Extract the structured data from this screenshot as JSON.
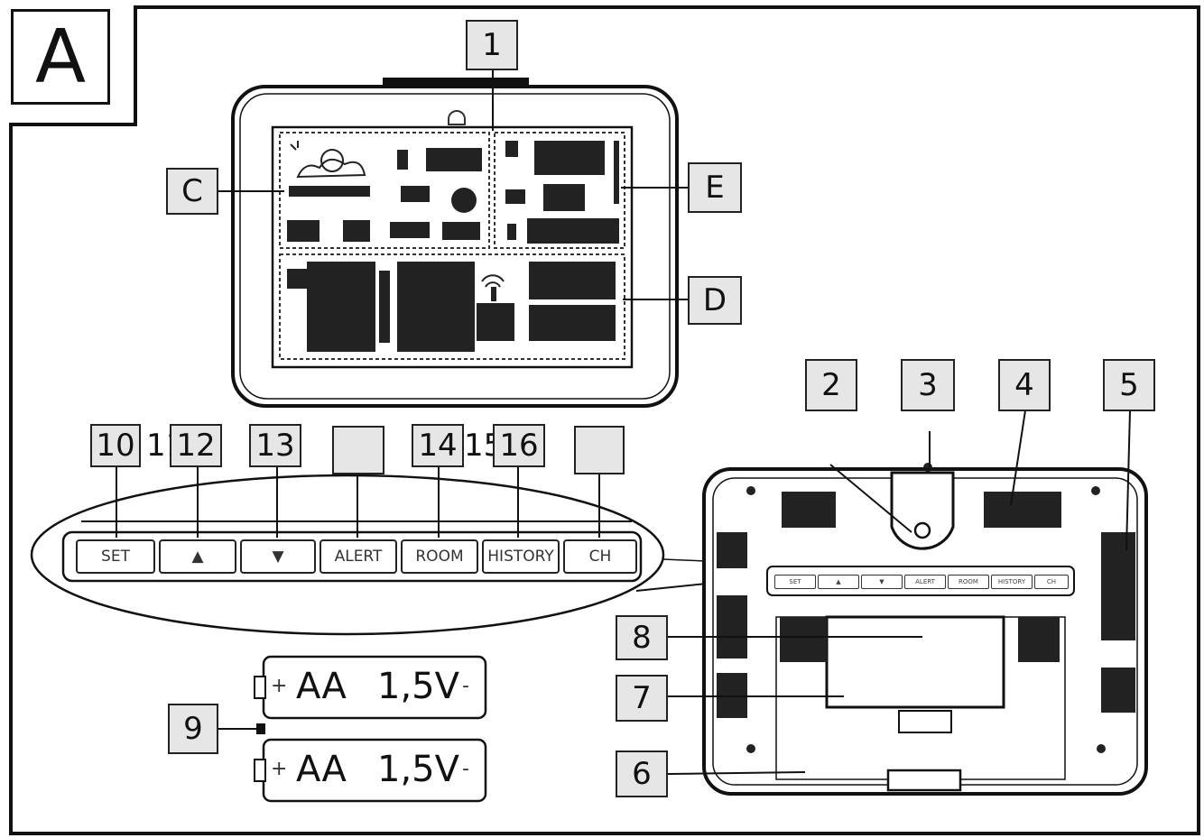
{
  "corner_label": "A",
  "callouts": {
    "n1": "1",
    "n2": "2",
    "n3": "3",
    "n4": "4",
    "n5": "5",
    "n6": "6",
    "n7": "7",
    "n8": "8",
    "n9": "9",
    "n10": "10",
    "n11": "11",
    "n12": "12",
    "n13": "13",
    "n14": "14",
    "n15": "15",
    "n16": "16",
    "c": "C",
    "d": "D",
    "e": "E"
  },
  "buttons": {
    "set": "SET",
    "up": "▲",
    "down": "▼",
    "alert": "ALERT",
    "room": "ROOM",
    "history": "HISTORY",
    "ch": "CH"
  },
  "batteries": {
    "type": "AA",
    "voltage": "1,5V",
    "plus": "+",
    "minus": "-"
  }
}
